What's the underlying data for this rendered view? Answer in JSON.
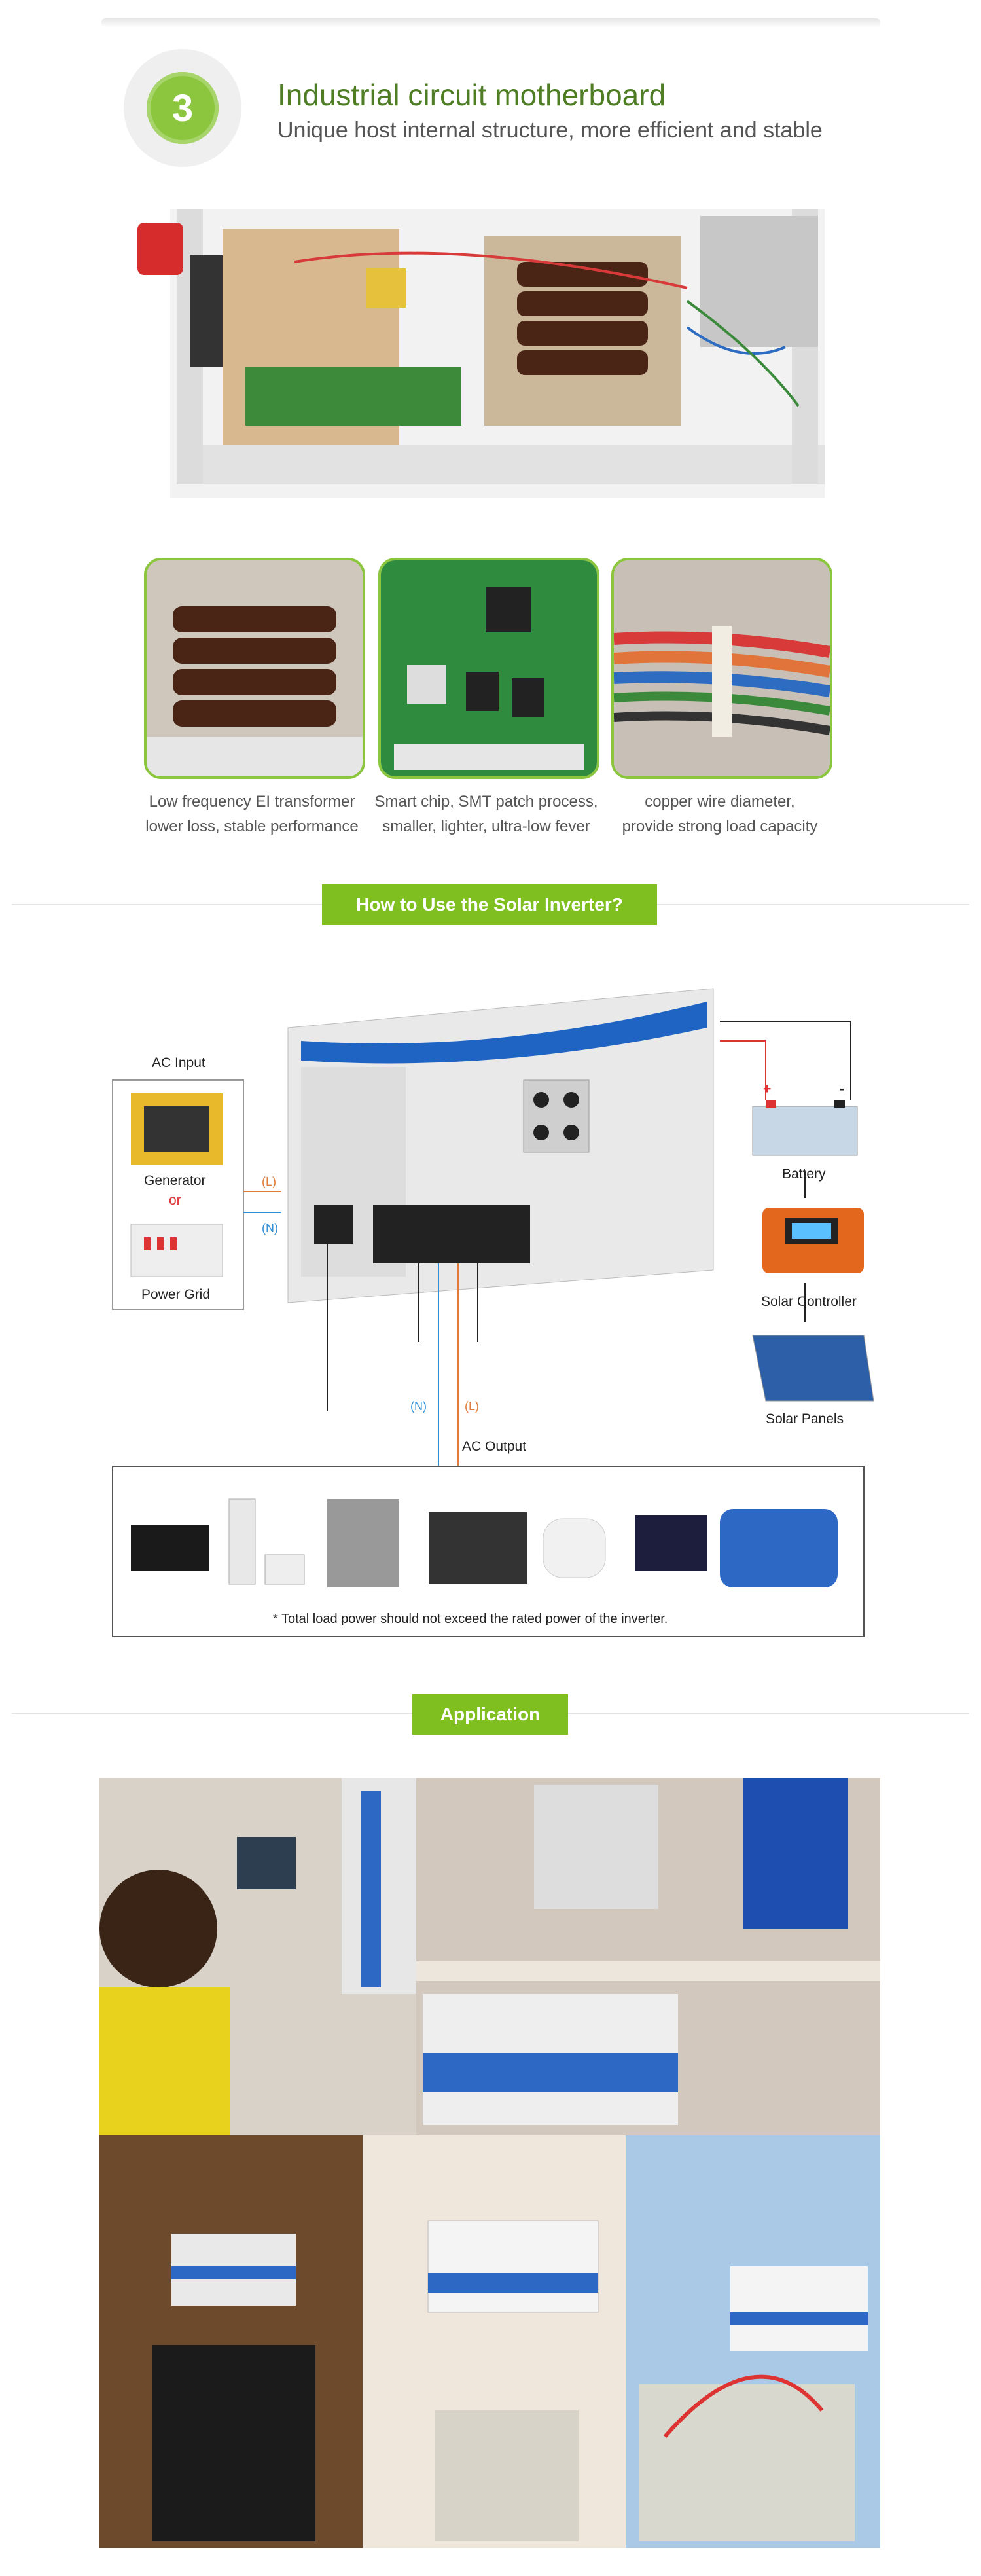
{
  "section3": {
    "number": "3",
    "title": "Industrial circuit motherboard",
    "subtitle": "Unique host internal structure, more efficient and stable"
  },
  "features": [
    {
      "line1": "Low frequency EI transformer",
      "line2": "lower loss, stable performance"
    },
    {
      "line1": "Smart chip, SMT patch process,",
      "line2": "smaller, lighter, ultra-low fever"
    },
    {
      "line1": "copper wire diameter,",
      "line2": "provide strong load capacity"
    }
  ],
  "howto": {
    "title": "How to Use the Solar Inverter?",
    "ac_input": "AC Input",
    "generator": "Generator",
    "or": "or",
    "power_grid": "Power Grid",
    "l": "(L)",
    "n": "(N)",
    "battery": "Battery",
    "plus": "+",
    "minus": "-",
    "solar_controller": "Solar Controller",
    "solar_panels": "Solar Panels",
    "ac_output": "AC Output",
    "note": "* Total load power should not exceed the rated power of the inverter."
  },
  "application": {
    "title": "Application"
  },
  "colors": {
    "accent_green": "#7fbf1f",
    "title_green": "#4e7d24",
    "live_wire": "#e07b39",
    "neutral_wire": "#2f8fd8"
  }
}
